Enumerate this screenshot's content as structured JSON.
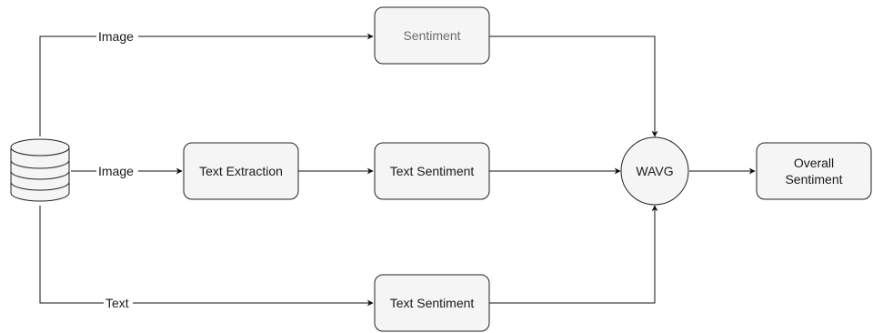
{
  "nodes": {
    "data_source": "",
    "sentiment": "Sentiment",
    "text_extraction": "Text Extraction",
    "text_sentiment_mid": "Text Sentiment",
    "text_sentiment_bottom": "Text Sentiment",
    "wavg": "WAVG",
    "overall_line1": "Overall",
    "overall_line2": "Sentiment"
  },
  "edges": {
    "top_label": "Image",
    "mid_label": "Image",
    "bottom_label": "Text"
  },
  "colors": {
    "node_fill": "#f5f5f5",
    "stroke": "#222222",
    "muted_text": "#6b6b6b"
  }
}
